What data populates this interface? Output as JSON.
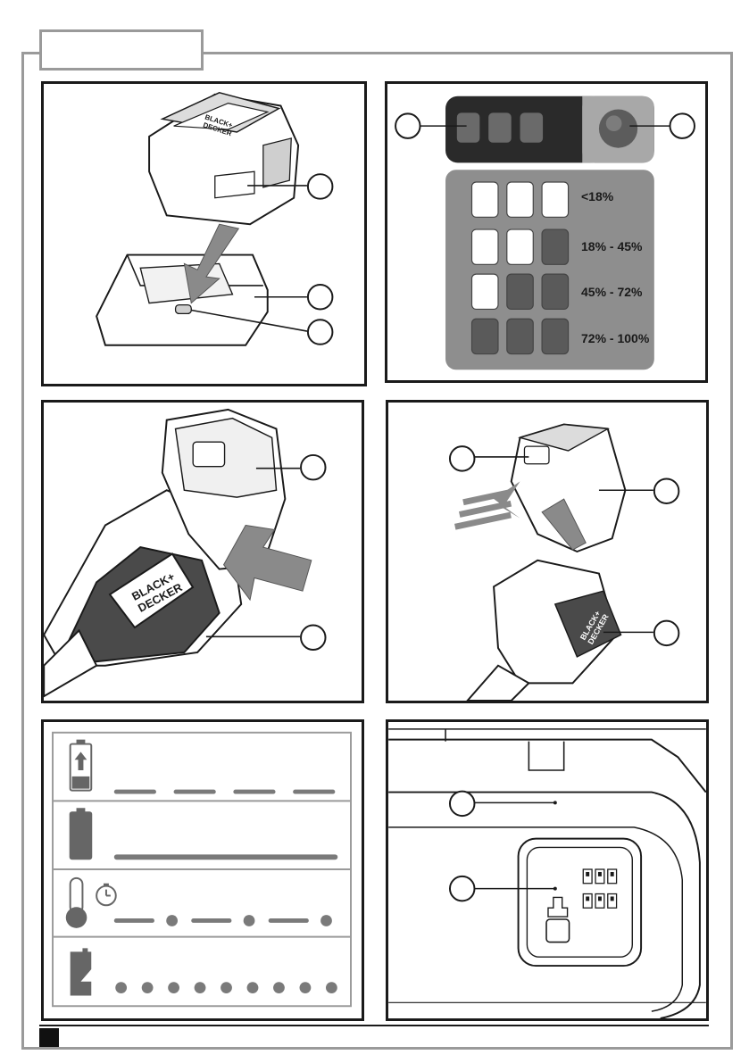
{
  "level_legend": [
    {
      "label": "<18%",
      "white_count": 3
    },
    {
      "label": "18% - 45%",
      "white_count": 2
    },
    {
      "label": "45% - 72%",
      "white_count": 1
    },
    {
      "label": "72% - 100%",
      "white_count": 0
    }
  ],
  "logo": {
    "line1": "BLACK+",
    "line2": "DECKER"
  },
  "colors": {
    "frame_gray": "#9a9a9a",
    "panel_border": "#1a1a1a",
    "legend_bg": "#8e8e8e",
    "led_dark": "#5a5a5a",
    "arrow_gray": "#8a8a8a"
  }
}
